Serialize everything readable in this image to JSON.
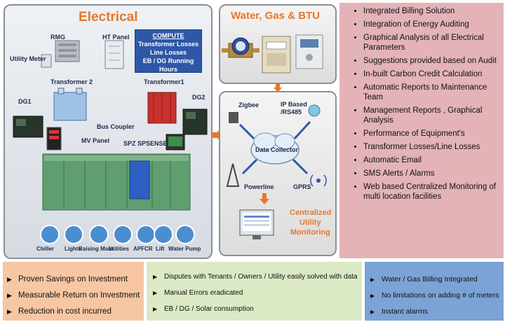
{
  "electrical": {
    "title": "Electrical",
    "compute": {
      "heading": "COMPUTE",
      "lines": [
        "Transformer Losses",
        "Line Losses",
        "EB / DG Running Hours"
      ]
    },
    "labels": {
      "rmg": "RMG",
      "ht_panel": "HT Panel",
      "utility_meter": "Utility Meter",
      "transformer2": "Transformer 2",
      "transformer1": "Transformer1",
      "dg1": "DG1",
      "dg2": "DG2",
      "bus_coupler": "Bus Coupler",
      "mv_panel": "MV Panel",
      "spz": "SPZ SPSENSE"
    },
    "loads": [
      "Chiller",
      "Lights",
      "Raising Main",
      "Utilities",
      "APFCR",
      "Lift",
      "Water Pump"
    ]
  },
  "water_gas": {
    "title": "Water, Gas & BTU"
  },
  "data_collector": {
    "center": "Data Collector",
    "zigbee": "Zigbee",
    "ip_based": "IP Based /RS485",
    "powerline": "Powerline",
    "gprs": "GPRS",
    "centralized": [
      "Centralized",
      "Utility",
      "Monitoring"
    ]
  },
  "features": [
    "Integrated Billing Solution",
    " Integration of  Energy Auditing",
    "Graphical Analysis of all Electrical Parameters",
    "Suggestions provided based on Audit",
    "In-built Carbon Credit Calculation",
    "Automatic Reports to Maintenance Team",
    "Management Reports , Graphical Analysis",
    "Performance of Equipment's",
    "Transformer Losses/Line Losses",
    "Automatic Email",
    "SMS Alerts / Alarms",
    "Web based Centralized Monitoring of multi location facilities"
  ],
  "benefits_left": [
    "Proven Savings on Investment",
    "Measurable Return on Investment",
    "Reduction in cost incurred"
  ],
  "benefits_middle": [
    "Disputes with Tenants / Owners / Utility easily solved with data",
    "Manual Errors eradicated",
    "EB / DG / Solar consumption"
  ],
  "benefits_right": [
    "Water / Gas Billing Integrated",
    "No limitations on adding # of meters",
    "Instant alarms"
  ],
  "colors": {
    "title_orange": "#e8772a",
    "compute_blue": "#2e58a7",
    "features_pink": "#e3b3b8",
    "savings_peach": "#f7c6a3",
    "disputes_green": "#dbe9c5",
    "water_blue": "#7ca3d6",
    "panel_green": "#5f9e6e"
  }
}
